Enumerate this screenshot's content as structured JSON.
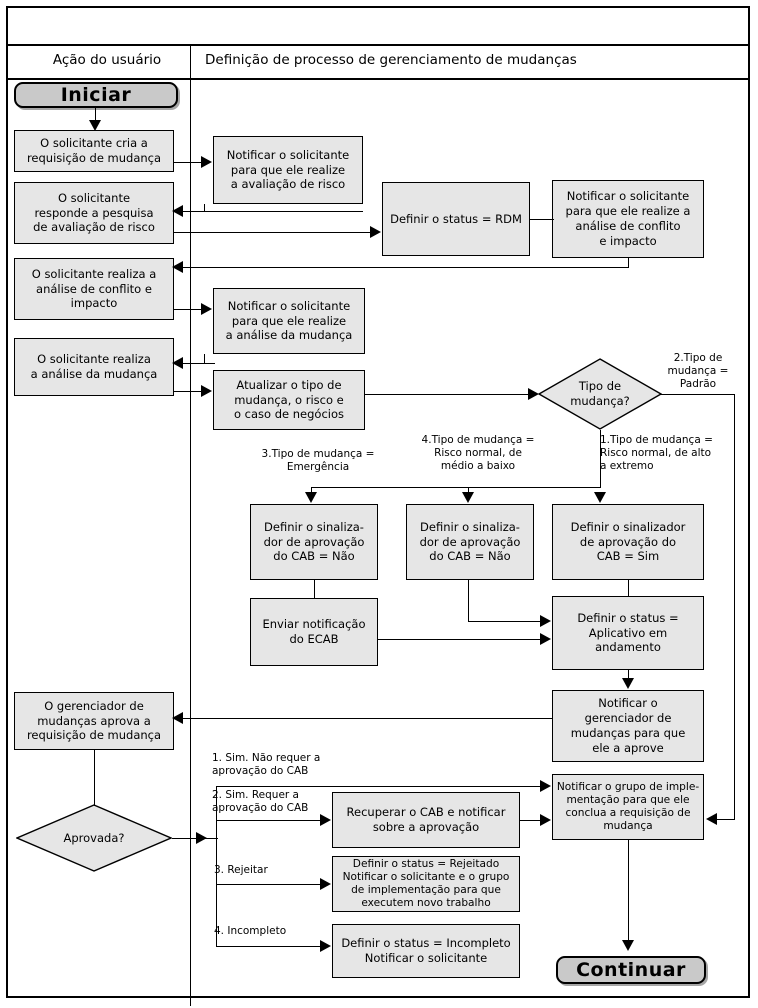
{
  "diagram": {
    "title": "Definição de processo de gerenciamento de mudanças",
    "lanes": [
      {
        "id": "user",
        "label": "Ação do usuário"
      },
      {
        "id": "process",
        "label": "Definição de processo de gerenciamento de mudanças"
      }
    ],
    "colors": {
      "box_fill": "#e6e6e6",
      "terminator_fill": "#c9c9c9",
      "stroke": "#000000",
      "background": "#ffffff"
    },
    "terminators": {
      "start": "Iniciar",
      "end": "Continuar"
    },
    "nodes": {
      "user_create": "O solicitante cria a\nrequisição de mudança",
      "user_survey": "O solicitante\nresponde a pesquisa\nde avaliação de risco",
      "user_conflict": "O solicitante realiza a\nanálise de conflito e\nimpacto",
      "user_analysis": "O solicitante realiza\na análise da mudança",
      "user_manager_approves": "O gerenciador de\nmudanças aprova a\nrequisição de mudança",
      "notify_risk": "Notificar o solicitante\npara que ele realize\na avaliação de risco",
      "set_status_rdm": "Definir o status = RDM",
      "notify_conflict": "Notificar o solicitante\npara que ele realize a\nanálise de conflito\ne impacto",
      "notify_analysis": "Notificar o solicitante\npara que ele realize\na análise da mudança",
      "update_type": "Atualizar o tipo de\nmudança, o risco e\no caso de negócios",
      "cab_flag_no_1": "Definir o sinaliza-\ndor de aprovação\ndo CAB = Não",
      "cab_flag_no_2": "Definir o sinaliza-\ndor de aprovação\ndo CAB = Não",
      "cab_flag_yes": "Definir o sinalizador\nde aprovação do\nCAB = Sim",
      "send_ecab": "Enviar notificação\ndo ECAB",
      "set_status_app": "Definir o status =\nAplicativo em\nandamento",
      "notify_manager": "Notificar o\ngerenciador de\nmudanças para que\nele a aprove",
      "notify_impl_group": "Notificar o grupo de imple-\nmentação para que ele\nconclua a requisição de\nmudança",
      "retrieve_cab": "Recuperar o CAB e notificar\nsobre a aprovação",
      "rejected": "Definir o status = Rejeitado\nNotificar o solicitante e o grupo\nde implementação para que\nexecutem novo trabalho",
      "incomplete": "Definir o status = Incompleto\nNotificar o solicitante"
    },
    "decisions": {
      "change_type": "Tipo de\nmudança?",
      "approved": "Aprovada?"
    },
    "edge_labels": {
      "type_2_padrao": "2.Tipo de\nmudança =\nPadrão",
      "type_1_high": "1.Tipo de mudança =\nRisco normal, de alto\na extremo",
      "type_4_medlow": "4.Tipo de mudança =\nRisco normal, de\nmédio a baixo",
      "type_3_emerg": "3.Tipo de mudança =\nEmergência",
      "appr_1": "1. Sim. Não requer a\naprovação do CAB",
      "appr_2": "2. Sim. Requer a\naprovação do CAB",
      "appr_3": "3. Rejeitar",
      "appr_4": "4. Incompleto"
    }
  }
}
